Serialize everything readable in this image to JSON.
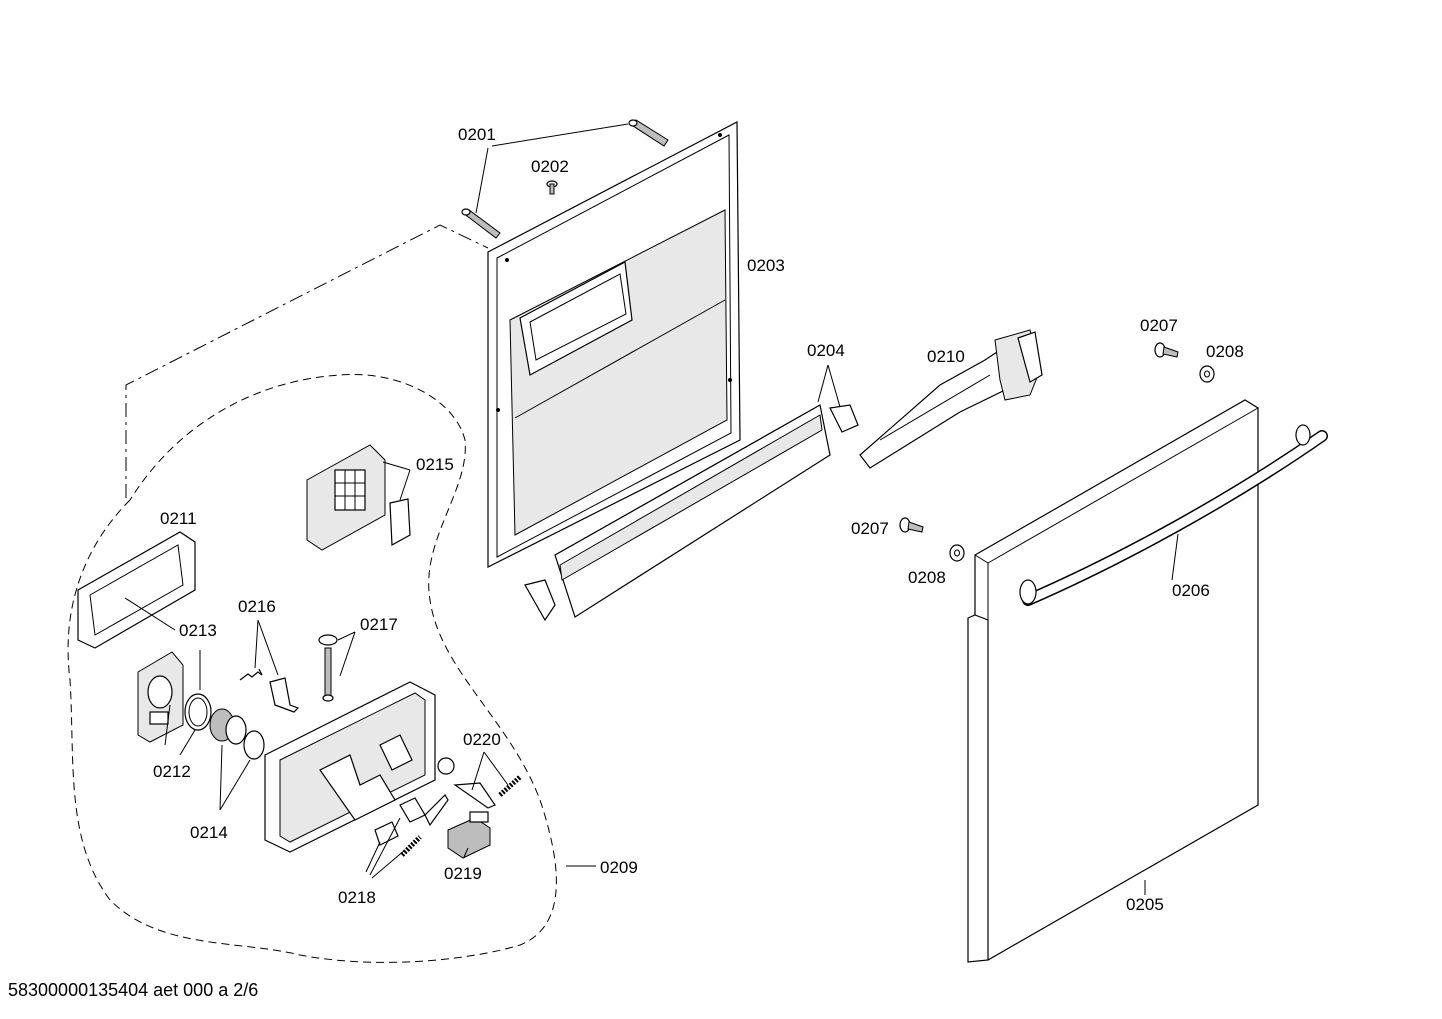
{
  "part_labels": {
    "p0201": "0201",
    "p0202": "0202",
    "p0203": "0203",
    "p0204": "0204",
    "p0205": "0205",
    "p0206": "0206",
    "p0207a": "0207",
    "p0207b": "0207",
    "p0208a": "0208",
    "p0208b": "0208",
    "p0209": "0209",
    "p0210": "0210",
    "p0211": "0211",
    "p0212": "0212",
    "p0213": "0213",
    "p0214": "0214",
    "p0215": "0215",
    "p0216": "0216",
    "p0217": "0217",
    "p0218": "0218",
    "p0219": "0219",
    "p0220": "0220"
  },
  "footer": {
    "document_code": "58300000135404 aet 000 a 2/6"
  }
}
